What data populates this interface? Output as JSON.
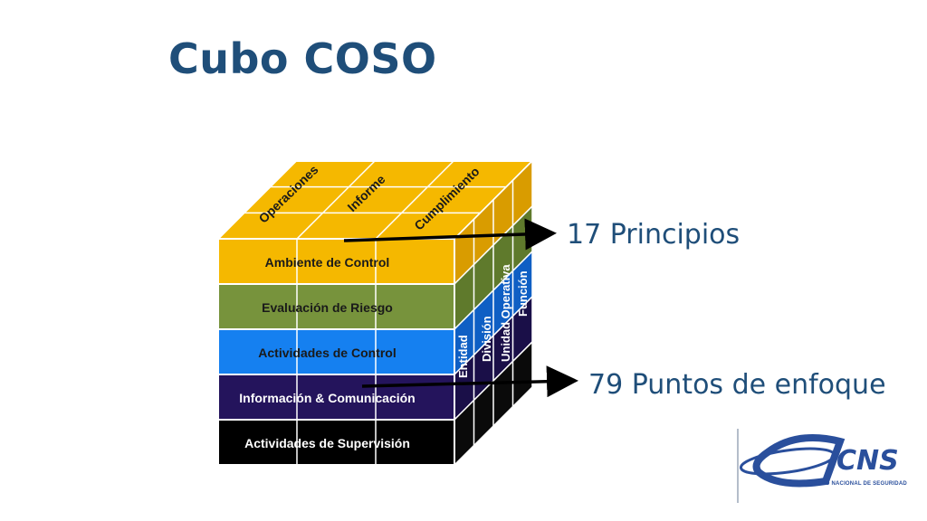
{
  "title": "Cubo COSO",
  "cube": {
    "top_labels": [
      "Operaciones",
      "Informe",
      "Cumplimiento"
    ],
    "rows": [
      {
        "label": "Ambiente de Control",
        "color": "#f5b800",
        "side": "#d99c00"
      },
      {
        "label": "Evaluación de Riesgo",
        "color": "#77933c",
        "side": "#5f7a2c"
      },
      {
        "label": "Actividades de Control",
        "color": "#1580f0",
        "side": "#0f5fc4"
      },
      {
        "label": "Información & Comunicación",
        "color": "#24145c",
        "side": "#1a0f48"
      },
      {
        "label": "Actividades de Supervisión",
        "color": "#000000",
        "side": "#0a0a0a"
      }
    ],
    "side_labels": [
      "Entidad",
      "División",
      "Unidad Operativa",
      "Función"
    ],
    "top_color": "#f5b800"
  },
  "callouts": {
    "principios": "17 Principios",
    "puntos": "79 Puntos de enfoque"
  },
  "logo": {
    "main": "CNS",
    "sub": "CONGRESO NACIONAL DE SEGURIDAD",
    "color": "#2a4f9c"
  }
}
